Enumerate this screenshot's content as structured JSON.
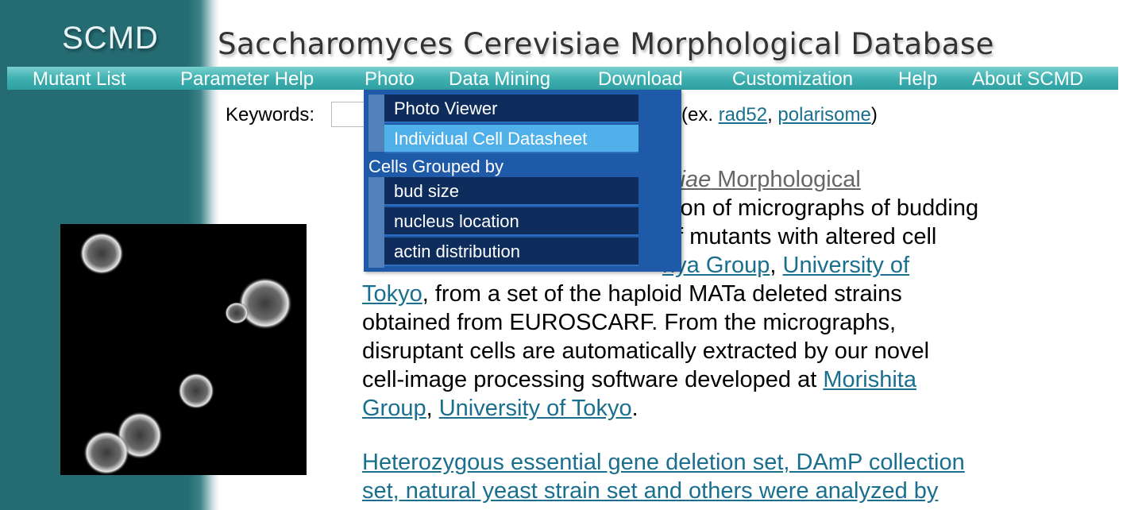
{
  "header": {
    "logo": "SCMD",
    "title": "Saccharomyces Cerevisiae Morphological Database"
  },
  "nav": {
    "items": [
      {
        "label": "Mutant List"
      },
      {
        "label": "Parameter Help"
      },
      {
        "label": "Photo"
      },
      {
        "label": "Data Mining"
      },
      {
        "label": "Download"
      },
      {
        "label": "Customization"
      },
      {
        "label": "Help"
      },
      {
        "label": "About SCMD"
      }
    ]
  },
  "search": {
    "label": "Keywords:",
    "value": "",
    "example_prefix": "(ex. ",
    "example_1": "rad52",
    "example_sep": ", ",
    "example_2": "polarisome",
    "example_suffix": ")"
  },
  "dropdown": {
    "items_top": [
      {
        "label": "Photo Viewer"
      },
      {
        "label": "Individual Cell Datasheet"
      }
    ],
    "group_label": "Cells Grouped by",
    "items_group": [
      {
        "label": "bud size"
      },
      {
        "label": "nucleus location"
      },
      {
        "label": "actin distribution"
      }
    ]
  },
  "intro": {
    "frag_title_italic": "siae",
    "frag_title_rest": " Morphological",
    "frag_line2": "tion of micrographs of budding",
    "frag_line3": "of mutants with altered cell",
    "frag_link_group": "hya Group",
    "sep_comma": ", ",
    "link_univ_a": "University of",
    "link_univ_b": "Tokyo",
    "text_a": ", from a set of the haploid MATa deleted strains",
    "text_b": "obtained from EUROSCARF. From the micrographs,",
    "text_c": "disruptant cells are automatically extracted by our novel",
    "text_d": "cell-image processing software developed at ",
    "link_morishita_a": "Morishita",
    "link_morishita_b": "Group",
    "link_univ2": "University of Tokyo",
    "period": "."
  },
  "extra": {
    "line1": "Heterozygous essential gene deletion set, DAmP collection",
    "line2": "set, natural yeast strain set and others were analyzed by"
  },
  "colors": {
    "sidebar": "#256b72",
    "navbar": "#3fb1b1",
    "dropdown_bg": "#1f5aa8",
    "dropdown_item": "#0e2d5c",
    "dropdown_active": "#4fb0ea",
    "link": "#1a6f8f"
  }
}
